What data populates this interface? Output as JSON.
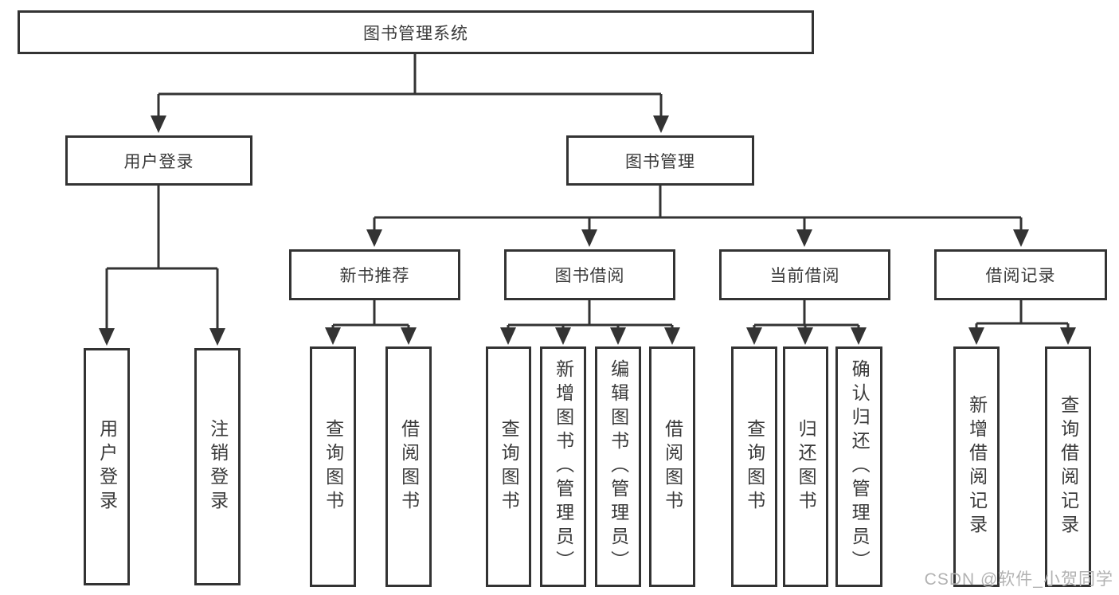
{
  "diagram": {
    "root": {
      "label": "图书管理系统"
    },
    "level2": [
      {
        "label": "用户登录"
      },
      {
        "label": "图书管理"
      }
    ],
    "level3": [
      {
        "label": "新书推荐"
      },
      {
        "label": "图书借阅"
      },
      {
        "label": "当前借阅"
      },
      {
        "label": "借阅记录"
      }
    ],
    "leaves": {
      "user_login": [
        {
          "label": "用户登录"
        },
        {
          "label": "注销登录"
        }
      ],
      "new_book_recommend": [
        {
          "label": "查询图书"
        },
        {
          "label": "借阅图书"
        }
      ],
      "book_borrow": [
        {
          "label": "查询图书"
        },
        {
          "label": "新增图书（管理员）"
        },
        {
          "label": "编辑图书（管理员）"
        },
        {
          "label": "借阅图书"
        }
      ],
      "current_borrow": [
        {
          "label": "查询图书"
        },
        {
          "label": "归还图书"
        },
        {
          "label": "确认归还（管理员）"
        }
      ],
      "borrow_records": [
        {
          "label": "新增借阅记录"
        },
        {
          "label": "查询借阅记录"
        }
      ]
    }
  },
  "watermark": {
    "text": "CSDN @软件_小贺同学"
  },
  "colors": {
    "line": "#333333",
    "text": "#3a3a3a",
    "watermark": "#b2b2b2",
    "background": "#ffffff"
  }
}
